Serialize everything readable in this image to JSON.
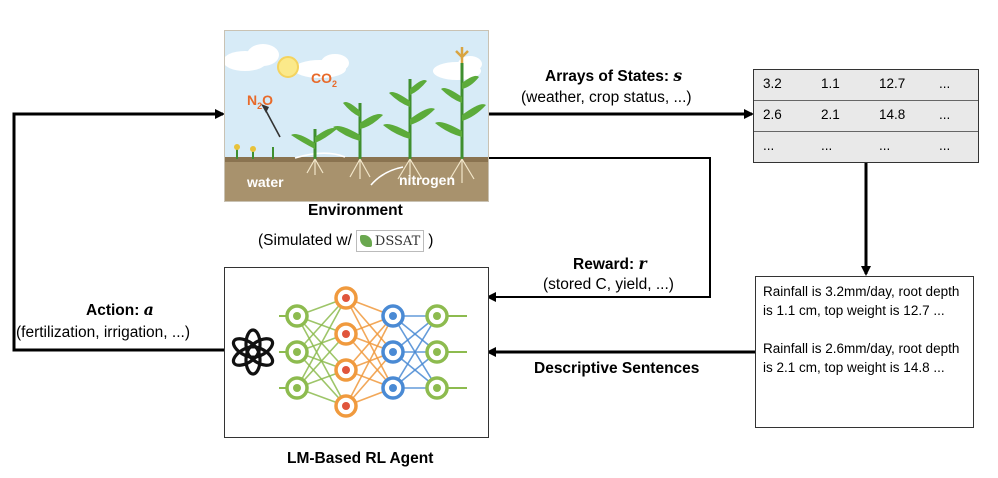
{
  "environment": {
    "title": "Environment",
    "simulated_prefix": "(Simulated w/",
    "simulated_suffix": ")",
    "dssat_logo": "DSSAT",
    "illustration": {
      "n2o_main": "N",
      "n2o_sub": "2",
      "n2o_tail": "O",
      "co2_main": "CO",
      "co2_sub": "2",
      "water": "water",
      "nitrogen": "nitrogen"
    }
  },
  "states_edge": {
    "label": "Arrays of States:",
    "symbol": "s",
    "subtitle": "(weather, crop status, ...)"
  },
  "states_table": {
    "rows": [
      [
        "3.2",
        "1.1",
        "12.7",
        "..."
      ],
      [
        "2.6",
        "2.1",
        "14.8",
        "..."
      ],
      [
        "...",
        "...",
        "...",
        "..."
      ]
    ]
  },
  "reward_edge": {
    "label": "Reward:",
    "symbol": "r",
    "subtitle": "(stored C, yield, ...)"
  },
  "sentences_box": {
    "paragraphs": [
      "Rainfall is 3.2mm/day, root depth is 1.1 cm, top weight is 12.7 ...",
      "Rainfall is 2.6mm/day, root depth is 2.1 cm, top weight is 14.8 ..."
    ]
  },
  "sentences_edge": {
    "label": "Descriptive Sentences"
  },
  "action_edge": {
    "label": "Action:",
    "symbol": "a",
    "subtitle": "(fertilization, irrigation, ...)"
  },
  "agent": {
    "title": "LM-Based RL Agent",
    "logo_icon": "openai-knot-icon",
    "network": {
      "layers": [
        3,
        4,
        3,
        3
      ],
      "layer_colors": [
        "#8dbb4f",
        "#f09a3e",
        "#4a8ad4",
        "#8dbb4f"
      ],
      "node_dot_color": "#e0553c"
    }
  },
  "colors": {
    "wire": "#000000",
    "table_fill": "#e9e9e9",
    "sky": "#d7ebf7",
    "soil": "#a8926d"
  }
}
